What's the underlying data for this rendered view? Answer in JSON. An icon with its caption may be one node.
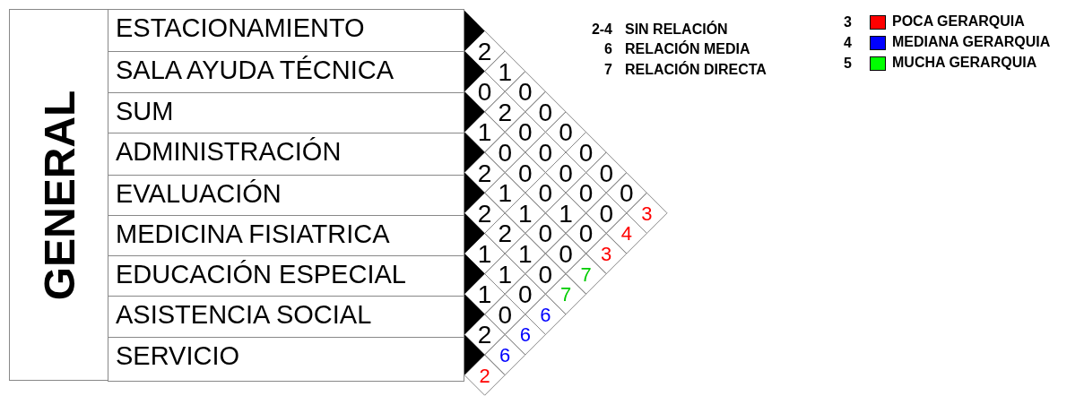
{
  "diagram": {
    "nodes": [
      {
        "text": [
          "GENERAL"
        ]
      },
      {
        "text": [
          "ESTACIONAMIENTO"
        ]
      },
      {
        "text": [
          "SALA AYUDA TÉCNICA"
        ]
      },
      {
        "text": [
          "SUM"
        ]
      },
      {
        "text": [
          "ADMINISTRACIÓN"
        ]
      },
      {
        "text": [
          "EVALUACIÓN"
        ]
      },
      {
        "text": [
          "MEDICINA FISIATRICA"
        ]
      },
      {
        "text": [
          "EDUCACIÓN ESPECIAL"
        ]
      },
      {
        "text": [
          "ASISTENCIA SOCIAL"
        ]
      },
      {
        "text": [
          "SERVICIO"
        ]
      }
    ],
    "labels": [
      "2-4",
      "SIN RELACIÓN",
      "6",
      "RELACIÓN MEDIA",
      "7",
      "RELACIÓN DIRECTA",
      "3",
      "4",
      "5",
      "2",
      "1",
      "0",
      "0",
      "2",
      "0",
      "1",
      "0",
      "0",
      "0",
      "0",
      "0",
      "2",
      "0",
      "0",
      "0",
      "1",
      "0",
      "0",
      "0",
      "2",
      "1",
      "1",
      "0",
      "3",
      "2",
      "0",
      "0",
      "4",
      "1",
      "1",
      "0",
      "3",
      "1",
      "0",
      "7",
      "1",
      "0",
      "7",
      "0",
      "6",
      "2",
      "6",
      "6",
      "2"
    ],
    "legend": [
      {
        "text": "POCA GERARQUIA",
        "color": "#ff0000"
      },
      {
        "text": "MEDIANA GERARQUIA",
        "color": "#0000ff"
      },
      {
        "text": "MUCHA GERARQUIA",
        "color": "#00ff00"
      }
    ]
  }
}
